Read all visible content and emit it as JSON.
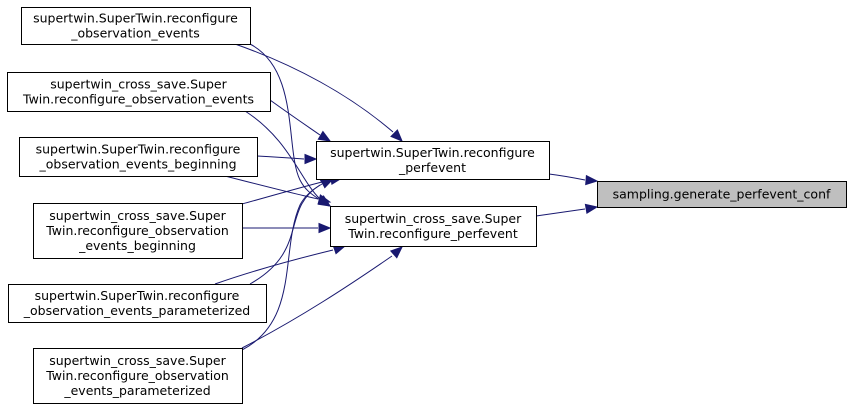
{
  "graph": {
    "nodes": {
      "target": {
        "lines": [
          "sampling.generate_perfevent_conf"
        ]
      },
      "st_perf": {
        "lines": [
          "supertwin.SuperTwin.reconfigure",
          "_perfevent"
        ]
      },
      "stcs_perf": {
        "lines": [
          "supertwin_cross_save.Super",
          "Twin.reconfigure_perfevent"
        ]
      },
      "st_obs": {
        "lines": [
          "supertwin.SuperTwin.reconfigure",
          "_observation_events"
        ]
      },
      "stcs_obs": {
        "lines": [
          "supertwin_cross_save.Super",
          "Twin.reconfigure_observation_events"
        ]
      },
      "st_obs_beg": {
        "lines": [
          "supertwin.SuperTwin.reconfigure",
          "_observation_events_beginning"
        ]
      },
      "stcs_obs_beg": {
        "lines": [
          "supertwin_cross_save.Super",
          "Twin.reconfigure_observation",
          "_events_beginning"
        ]
      },
      "st_obs_par": {
        "lines": [
          "supertwin.SuperTwin.reconfigure",
          "_observation_events_parameterized"
        ]
      },
      "stcs_obs_par": {
        "lines": [
          "supertwin_cross_save.Super",
          "Twin.reconfigure_observation",
          "_events_parameterized"
        ]
      }
    },
    "edges": [
      {
        "from": "st_perf",
        "to": "target"
      },
      {
        "from": "stcs_perf",
        "to": "target"
      },
      {
        "from": "st_obs",
        "to": "st_perf"
      },
      {
        "from": "st_obs",
        "to": "stcs_perf"
      },
      {
        "from": "stcs_obs",
        "to": "st_perf"
      },
      {
        "from": "stcs_obs",
        "to": "stcs_perf"
      },
      {
        "from": "st_obs_beg",
        "to": "st_perf"
      },
      {
        "from": "st_obs_beg",
        "to": "stcs_perf"
      },
      {
        "from": "stcs_obs_beg",
        "to": "st_perf"
      },
      {
        "from": "stcs_obs_beg",
        "to": "stcs_perf"
      },
      {
        "from": "st_obs_par",
        "to": "st_perf"
      },
      {
        "from": "st_obs_par",
        "to": "stcs_perf"
      },
      {
        "from": "stcs_obs_par",
        "to": "st_perf"
      },
      {
        "from": "stcs_obs_par",
        "to": "stcs_perf"
      }
    ]
  }
}
